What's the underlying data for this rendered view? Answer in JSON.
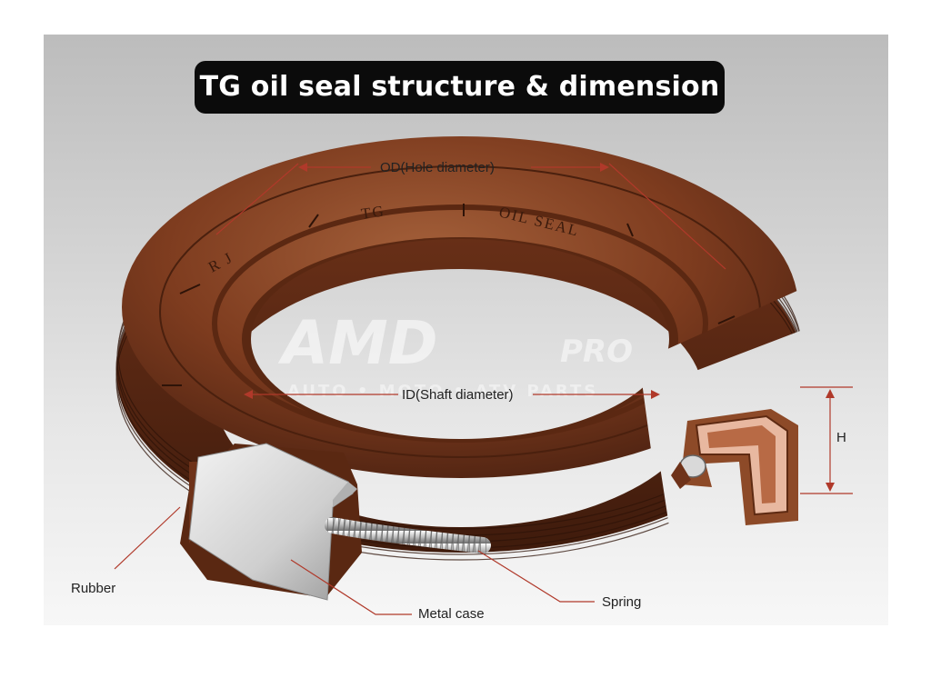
{
  "title": "TG oil seal structure & dimension",
  "labels": {
    "od": "OD(Hole diameter)",
    "id": "ID(Shaft diameter)",
    "height": "H",
    "rubber": "Rubber",
    "metal_case": "Metal case",
    "spring": "Spring"
  },
  "molded_text": [
    "R J",
    "TG",
    "OIL SEAL"
  ],
  "watermark": {
    "brand": "AMD",
    "brand_suffix": "PRO",
    "tagline": "AUTO • MOTO • ATV PARTS"
  },
  "colors": {
    "rubber": "#7a3a1e",
    "rubber_light": "#9a5230",
    "metal": "#d8d8d8",
    "leader_line": "#b0392a",
    "title_bg": "#0b0b0b"
  }
}
